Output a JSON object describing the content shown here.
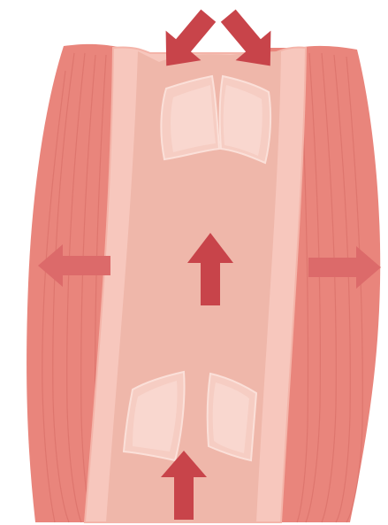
{
  "diagram": {
    "subject": "vein-valve-muscle-pump",
    "colors": {
      "background": "#ffffff",
      "muscle": "#e9857c",
      "muscle_striation": "#d76d66",
      "vessel_wall": "#f7c7bd",
      "vessel_wall_edge": "#f4b4a9",
      "lumen": "#efb7aa",
      "valve_leaflet": "#f6cdc3",
      "valve_leaflet_highlight": "#fbe0d9",
      "arrow_flow": "#c8444a",
      "arrow_muscle": "#dc6a6a"
    },
    "arrows": [
      {
        "name": "blood-flow-up-arrow-center",
        "direction": "up"
      },
      {
        "name": "blood-flow-up-arrow-bottom",
        "direction": "up"
      },
      {
        "name": "valve-close-arrow-left",
        "direction": "down-left"
      },
      {
        "name": "valve-close-arrow-right",
        "direction": "down-right"
      },
      {
        "name": "muscle-push-arrow-left",
        "direction": "left"
      },
      {
        "name": "muscle-push-arrow-right",
        "direction": "right"
      }
    ],
    "valves": [
      {
        "name": "upper-valve",
        "state": "closed"
      },
      {
        "name": "lower-valve",
        "state": "open"
      }
    ]
  }
}
